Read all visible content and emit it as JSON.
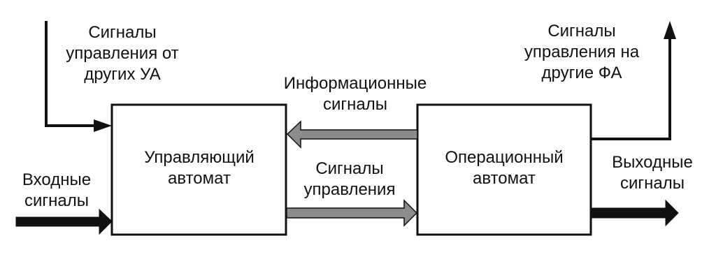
{
  "blocks": {
    "control": "Управляющий\nавтомат",
    "operational": "Операционный\nавтомат"
  },
  "labels": {
    "signals_from_other": "Сигналы\nуправления от\nдругих УА",
    "signals_to_other": "Сигналы\nуправления на\nдругие ФА",
    "info_signals": "Информационные\nсигналы",
    "control_signals": "Сигналы\nуправления",
    "input_signals": "Входные\nсигналы",
    "output_signals": "Выходные\nсигналы"
  },
  "colors": {
    "line": "#111111",
    "arrow_fill": "#8c8c8c",
    "background": "#ffffff"
  }
}
